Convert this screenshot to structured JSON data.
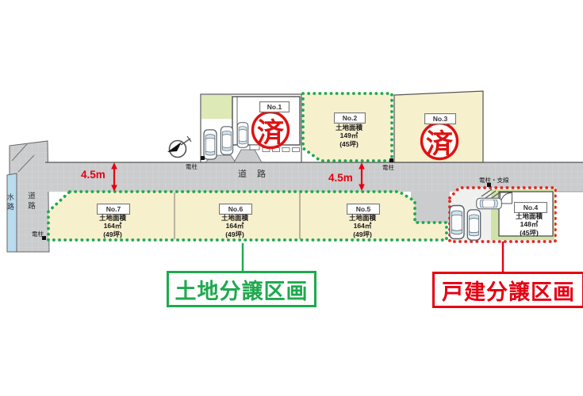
{
  "legend": {
    "land_zone": "土地分譲区画",
    "house_zone": "戸建分譲区画"
  },
  "roads": {
    "main": "道 路",
    "side_vertical": "道路",
    "waterway": "水路"
  },
  "measurements": {
    "left": "4.5m",
    "right": "4.5m"
  },
  "poles": {
    "p1": "電柱",
    "p2": "電柱",
    "p3": "電柱・支線",
    "p4": "電柱"
  },
  "lots": {
    "no1": {
      "label": "No.1",
      "stamp": "済"
    },
    "no2": {
      "label": "No.2",
      "area_caption": "土地面積",
      "area_m2": "149㎡",
      "area_tsubo": "(45坪)"
    },
    "no3": {
      "label": "No.3",
      "stamp": "済"
    },
    "no4": {
      "label": "No.4",
      "area_caption": "土地面積",
      "area_m2": "148㎡",
      "area_tsubo": "(45坪)"
    },
    "no5": {
      "label": "No.5",
      "area_caption": "土地面積",
      "area_m2": "164㎡",
      "area_tsubo": "(49坪)"
    },
    "no6": {
      "label": "No.6",
      "area_caption": "土地面積",
      "area_m2": "164㎡",
      "area_tsubo": "(49坪)"
    },
    "no7": {
      "label": "No.7",
      "area_caption": "土地面積",
      "area_m2": "164㎡",
      "area_tsubo": "(49坪)"
    }
  },
  "colors": {
    "zone_green": "#1fa94e",
    "zone_red": "#e6281e",
    "legend_red": "#e60012",
    "lot_fill": "#f7f0cd",
    "road_fill": "#cbcccd",
    "water_fill": "#b9dcee",
    "lawn_fill": "#cfe3a8",
    "stamp_red": "#dd1212"
  }
}
